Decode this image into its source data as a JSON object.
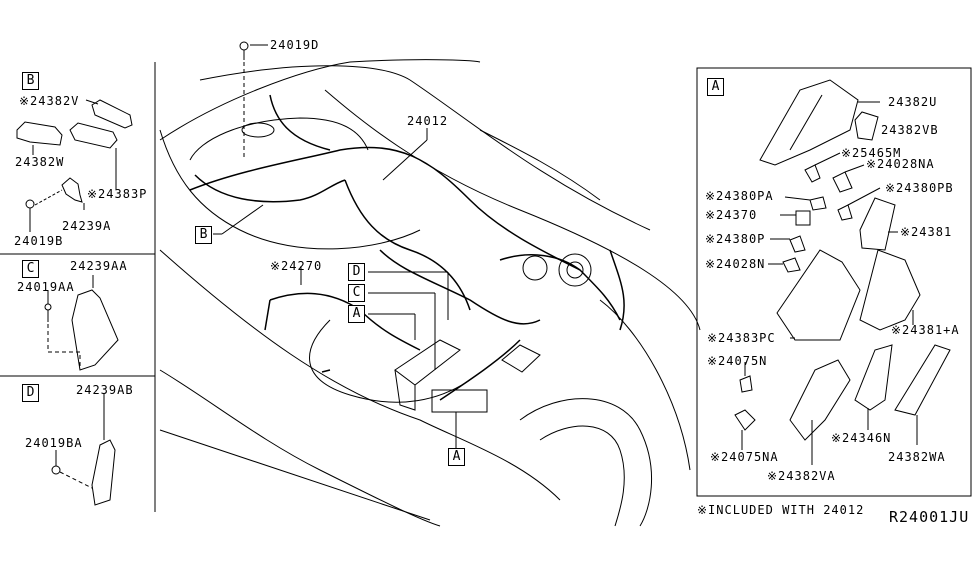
{
  "diagram": {
    "code": "R24001JU",
    "footnote": "※INCLUDED WITH 24012",
    "main": {
      "labels": {
        "bolt": "24019D",
        "harness": "24012",
        "bracket_harness": "※24270"
      },
      "callouts": [
        "B",
        "D",
        "C",
        "A",
        "A"
      ]
    },
    "panel_b": {
      "tag": "B",
      "parts": [
        "※24382V",
        "24382W",
        "※24383P",
        "24239A",
        "24019B"
      ]
    },
    "panel_c": {
      "tag": "C",
      "parts": [
        "24239AA",
        "24019AA"
      ]
    },
    "panel_d": {
      "tag": "D",
      "parts": [
        "24239AB",
        "24019BA"
      ]
    },
    "panel_a": {
      "tag": "A",
      "parts": [
        "24382U",
        "24382VB",
        "※25465M",
        "※24028NA",
        "※24380PB",
        "※24380PA",
        "※24370",
        "※24381",
        "※24380P",
        "※24028N",
        "※24381+A",
        "※24383PC",
        "※24075N",
        "※24075NA",
        "※24346N",
        "※24382VA",
        "24382WA"
      ]
    }
  }
}
